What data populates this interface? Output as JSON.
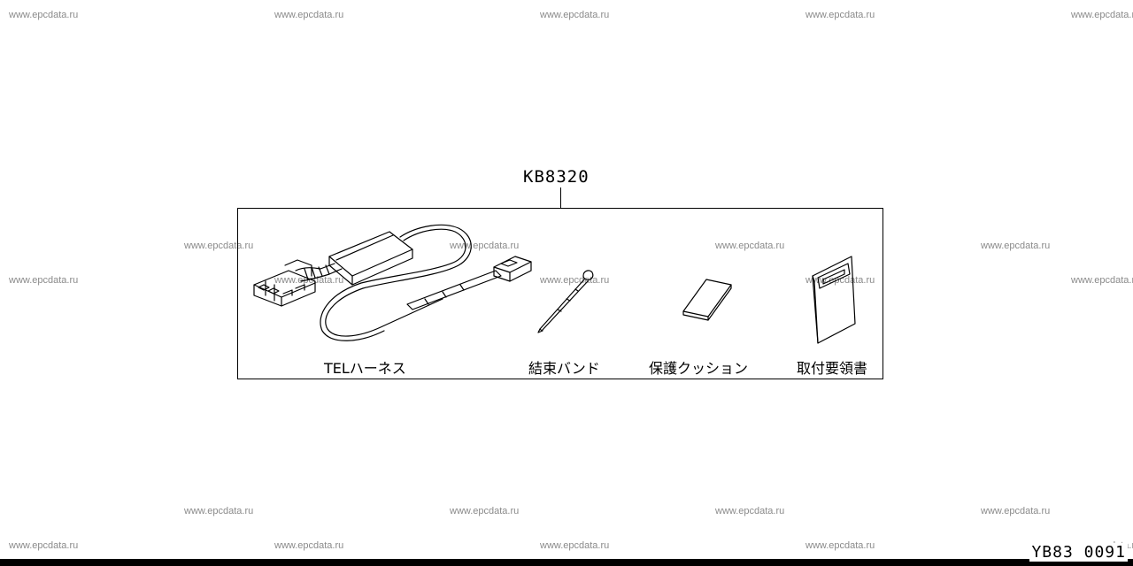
{
  "watermark_text": "www.epcdata.ru",
  "part_number": "KB8320",
  "items": [
    {
      "label": "TELハーネス",
      "icon": "wire-harness-icon"
    },
    {
      "label": "結束バンド",
      "icon": "cable-tie-icon"
    },
    {
      "label": "保護クッション",
      "icon": "cushion-pad-icon"
    },
    {
      "label": "取付要領書",
      "icon": "instruction-sheet-icon"
    }
  ],
  "diagram_code": "YB83 0091"
}
